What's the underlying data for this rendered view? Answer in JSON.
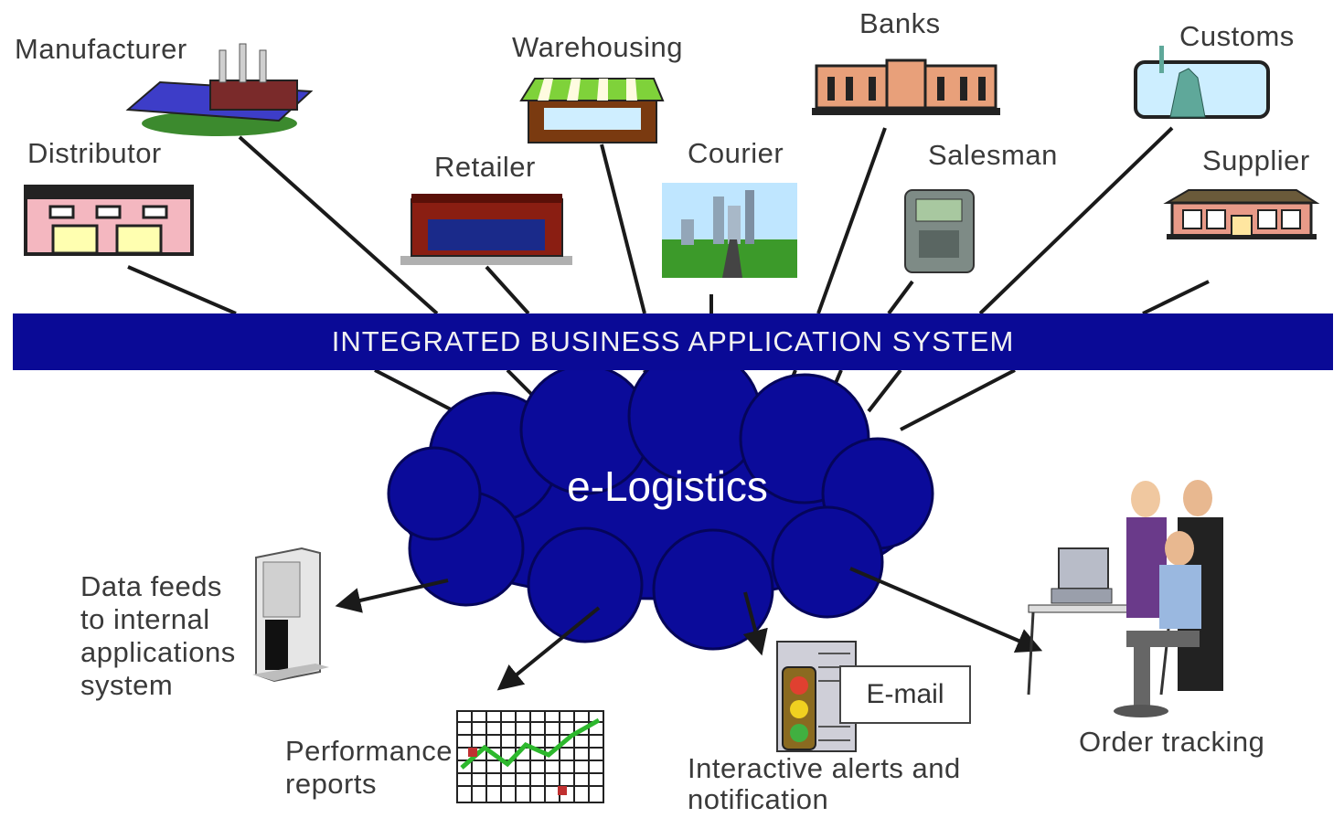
{
  "banner": {
    "title": "INTEGRATED BUSINESS APPLICATION SYSTEM"
  },
  "hub": {
    "label": "e-Logistics"
  },
  "partners": {
    "manufacturer": "Manufacturer",
    "distributor": "Distributor",
    "warehousing": "Warehousing",
    "retailer": "Retailer",
    "banks": "Banks",
    "courier": "Courier",
    "salesman": "Salesman",
    "customs": "Customs",
    "supplier": "Supplier"
  },
  "outputs": {
    "data_feeds": "Data feeds to internal applications system",
    "performance": "Performance reports",
    "alerts": "Interactive alerts and notification",
    "email": "E-mail",
    "order_tracking": "Order tracking"
  },
  "colors": {
    "banner": "#0a0a96",
    "cloud": "#0b0b9a",
    "line": "#1a1a1a"
  }
}
